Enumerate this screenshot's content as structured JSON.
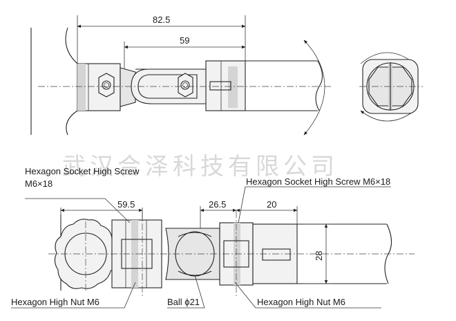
{
  "dimensions": {
    "top_overall": "82.5",
    "top_inner": "59",
    "bottom_left": "59.5",
    "bottom_mid": "26.5",
    "bottom_right": "20",
    "height": "28"
  },
  "labels": {
    "screw_left_line1": "Hexagon Socket High Screw",
    "screw_left_line2": "M6×18",
    "screw_right": "Hexagon Socket High Screw  M6×18",
    "nut_left": "Hexagon High Nut  M6",
    "ball": "Ball ϕ21",
    "nut_right": "Hexagon High Nut  M6"
  },
  "watermark": "武汉合泽科技有限公司",
  "colors": {
    "line": "#222222",
    "part_fill": "#f2f2f2",
    "watermark": "#b8b8b8"
  }
}
